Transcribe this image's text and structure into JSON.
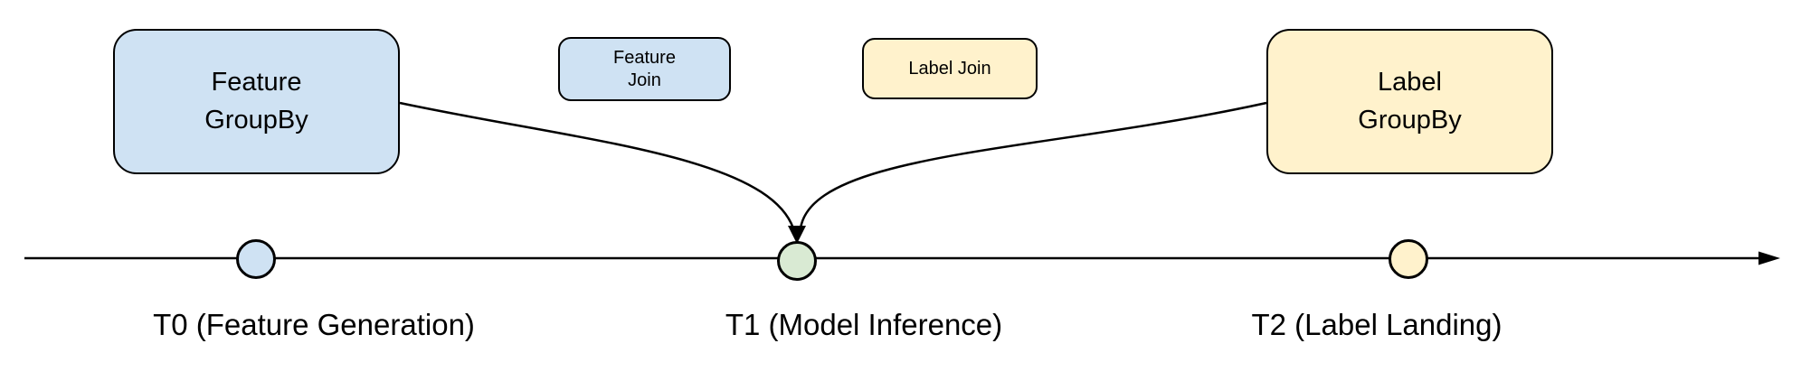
{
  "diagram": {
    "boxes": {
      "feature_groupby": {
        "label": "Feature\nGroupBy"
      },
      "feature_join": {
        "label": "Feature\nJoin"
      },
      "label_join": {
        "label": "Label Join"
      },
      "label_groupby": {
        "label": "Label\nGroupBy"
      }
    },
    "timeline": {
      "points": [
        {
          "label": "T0 (Feature Generation)",
          "dot_color": "#cfe2f3"
        },
        {
          "label": "T1 (Model Inference)",
          "dot_color": "#d9ead3"
        },
        {
          "label": "T2 (Label Landing)",
          "dot_color": "#fff2cc"
        }
      ]
    },
    "colors": {
      "feature_fill": "#cfe2f3",
      "label_fill": "#fff2cc",
      "inference_fill": "#d9ead3",
      "stroke": "#000000",
      "background": "#ffffff"
    }
  }
}
